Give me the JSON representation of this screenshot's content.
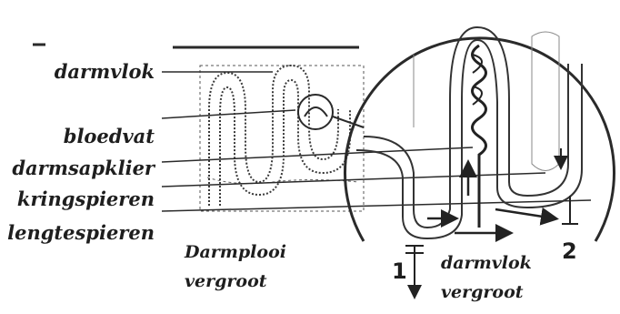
{
  "labels": {
    "darmvlok": "darmvlok",
    "bloedvat": "bloedvat",
    "darmsapklier": "darmsapklier",
    "kringspieren": "kringspieren",
    "lengtespieren": "lengtespieren"
  },
  "captions": {
    "darmplooi_line1": "Darmplooi",
    "darmplooi_line2": "vergroot",
    "darmvlok_line1": "darmvlok",
    "darmvlok_line2": "vergroot"
  },
  "markers": {
    "one": "1",
    "two": "2"
  },
  "colors": {
    "ink": "#1e1e1e",
    "paper": "#ffffff"
  }
}
